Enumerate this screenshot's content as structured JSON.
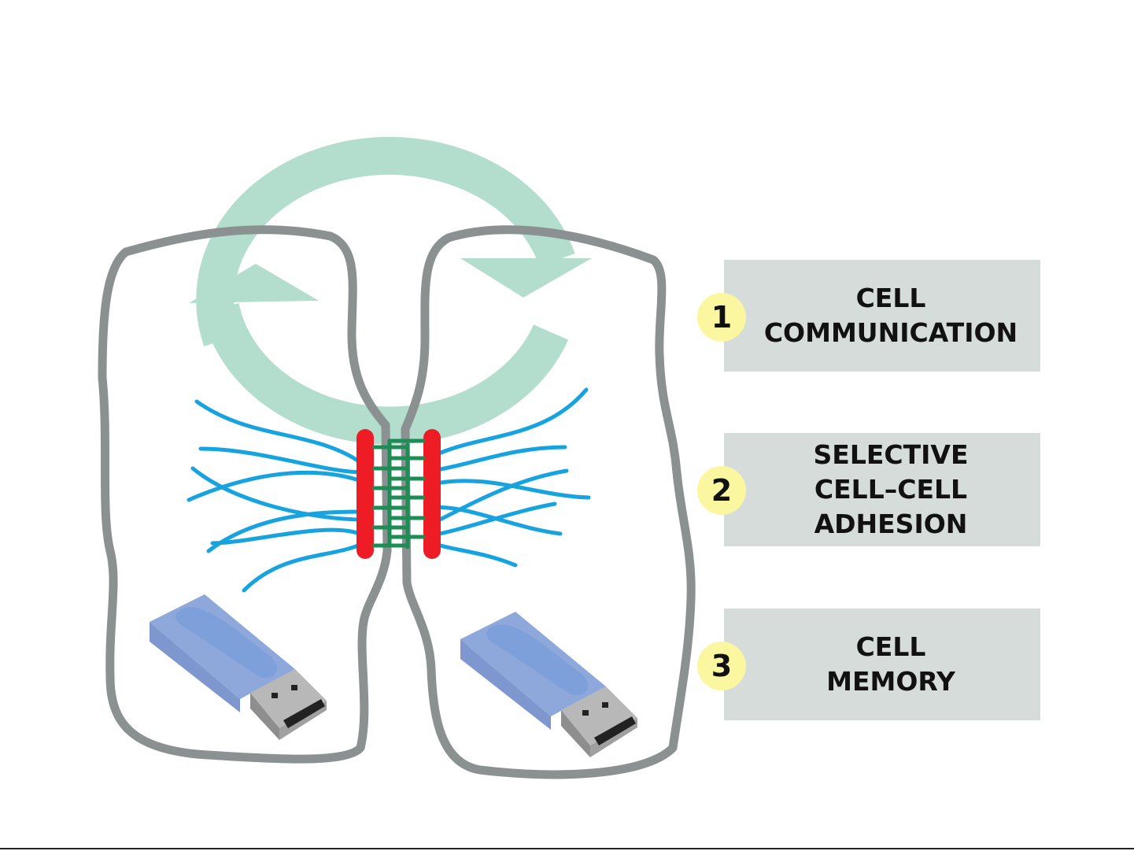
{
  "features": [
    {
      "number": "1",
      "label": "CELL COMMUNICATION",
      "lines": [
        "CELL",
        "COMMUNICATION"
      ]
    },
    {
      "number": "2",
      "label": "SELECTIVE CELL–CELL ADHESION",
      "lines": [
        "SELECTIVE",
        "CELL–CELL",
        "ADHESION"
      ]
    },
    {
      "number": "3",
      "label": "CELL MEMORY",
      "lines": [
        "CELL",
        "MEMORY"
      ]
    }
  ],
  "colors": {
    "membrane": "#8a9190",
    "arrow": "#b3ddcc",
    "cytoskeleton": "#16a3e0",
    "junction_plaque": "#ee1c24",
    "adhesion_protein": "#1e8c55",
    "label_box": "#d6dcd9",
    "badge": "#fbf7a0",
    "usb_body": "#9db4e4",
    "usb_plug": "#b5b5b5"
  },
  "icons": [
    "circular-arrow",
    "usb-memory-stick"
  ]
}
